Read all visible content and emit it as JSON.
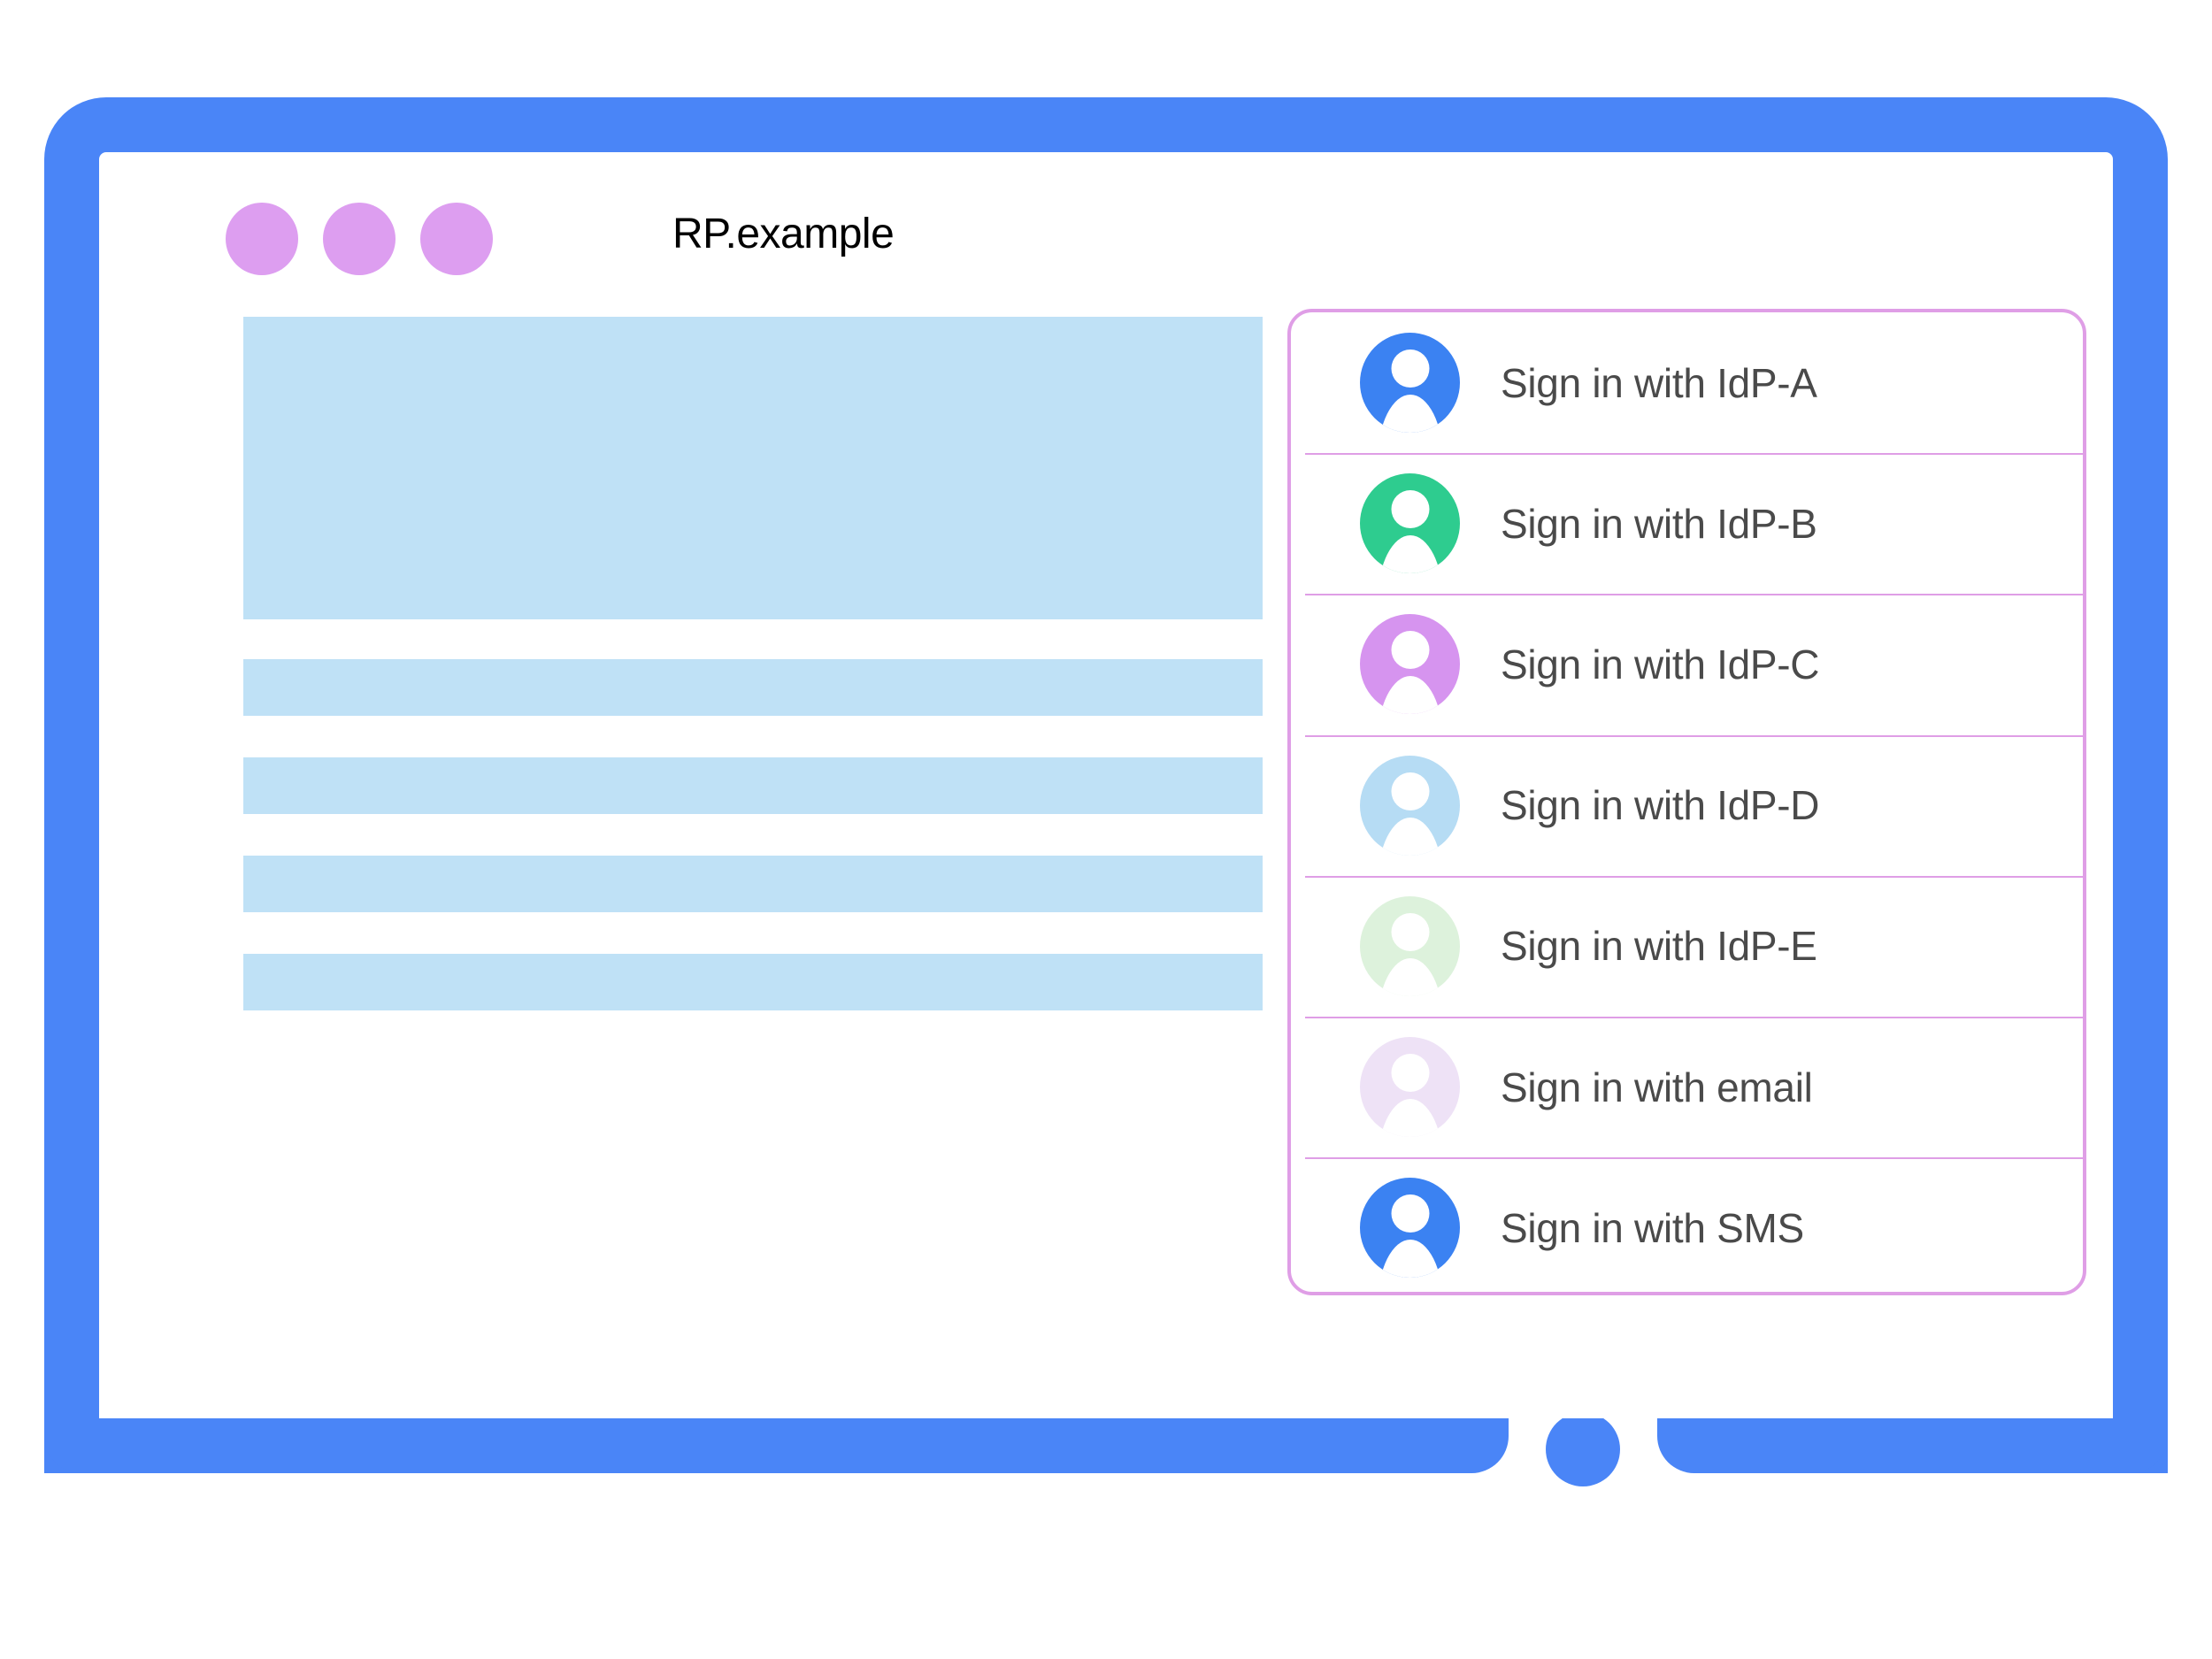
{
  "window": {
    "title": "RP.example",
    "title_dots": [
      "dot-1",
      "dot-2",
      "dot-3"
    ],
    "dot_color": "#dd9ef0",
    "frame_color": "#4a85f7",
    "screen_background": "#ffffff"
  },
  "content": {
    "placeholder_color": "#bfe1f6",
    "blocks": [
      {
        "name": "hero-placeholder",
        "kind": "hero"
      },
      {
        "name": "text-line-placeholder-1",
        "kind": "bar"
      },
      {
        "name": "text-line-placeholder-2",
        "kind": "bar"
      },
      {
        "name": "text-line-placeholder-3",
        "kind": "bar"
      },
      {
        "name": "text-line-placeholder-4",
        "kind": "bar"
      }
    ]
  },
  "signin_panel": {
    "border_color": "#df9ee6",
    "divider_color": "#df9ee6",
    "label_color": "#4a4a4a",
    "items": [
      {
        "label": "Sign in with IdP-A",
        "icon": "account-avatar-icon",
        "avatar_color": "#3b82f2"
      },
      {
        "label": "Sign in with IdP-B",
        "icon": "account-avatar-icon",
        "avatar_color": "#2ecc8f"
      },
      {
        "label": "Sign in with IdP-C",
        "icon": "account-avatar-icon",
        "avatar_color": "#d694ef"
      },
      {
        "label": "Sign in with IdP-D",
        "icon": "account-avatar-icon",
        "avatar_color": "#b6dcf4"
      },
      {
        "label": "Sign in with IdP-E",
        "icon": "account-avatar-icon",
        "avatar_color": "#ddf2dc"
      },
      {
        "label": "Sign in with email",
        "icon": "account-avatar-icon",
        "avatar_color": "#eee2f6"
      },
      {
        "label": "Sign in with SMS",
        "icon": "account-avatar-icon",
        "avatar_color": "#3b82f2"
      }
    ]
  },
  "device": {
    "home_button": "home-button"
  }
}
